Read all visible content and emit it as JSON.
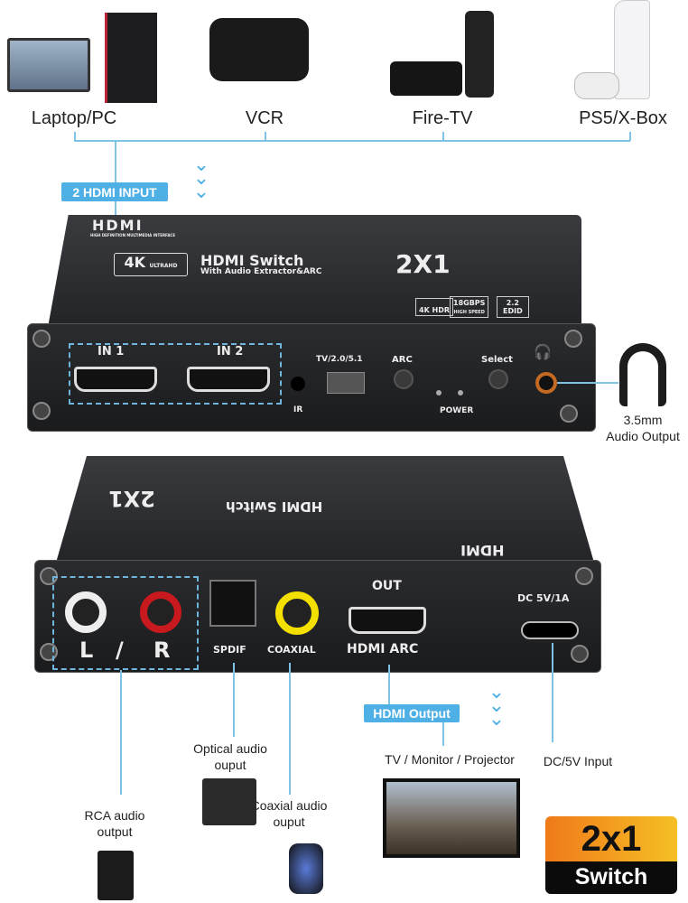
{
  "sources": [
    {
      "label": "Laptop/PC"
    },
    {
      "label": "VCR"
    },
    {
      "label": "Fire-TV"
    },
    {
      "label": "PS5/X-Box"
    }
  ],
  "input_badge": "2 HDMI INPUT",
  "front": {
    "logo": "HDMI",
    "logo_sub": "HIGH DEFINITION MULTIMEDIA INTERFACE",
    "badge_4k": "4K",
    "badge_ultrahd": "ULTRAHD",
    "title": "HDMI Switch",
    "subtitle": "With Audio Extractor&ARC",
    "model": "2X1",
    "spec1": "4K HDR",
    "spec2": "18GBPS",
    "spec2_sub": "HIGH SPEED",
    "spec3": "2.2",
    "spec3_sub": "EDID",
    "in1": "IN 1",
    "in2": "IN 2",
    "ir": "IR",
    "mode": "TV/2.0/5.1",
    "arc": "ARC",
    "power": "POWER",
    "select": "Select"
  },
  "headphone_label": [
    "3.5mm",
    "Audio Output"
  ],
  "back": {
    "out": "OUT",
    "l": "L",
    "slash": "/",
    "r": "R",
    "spdif": "SPDIF",
    "coaxial": "COAXIAL",
    "hdmi_arc": "HDMI ARC",
    "dc": "DC 5V/1A"
  },
  "output_badge": "HDMI Output",
  "outputs": {
    "optical": [
      "Optical audio",
      "ouput"
    ],
    "tv": "TV / Monitor / Projector",
    "dc": "DC/5V Input",
    "rca": [
      "RCA audio",
      "output"
    ],
    "coaxial": [
      "Coaxial audio",
      "ouput"
    ]
  },
  "corner_badge": {
    "top": "2x1",
    "bottom": "Switch"
  },
  "colors": {
    "accent": "#4fb0e6",
    "line": "#7ec3e6",
    "orange": "#f5a623"
  }
}
